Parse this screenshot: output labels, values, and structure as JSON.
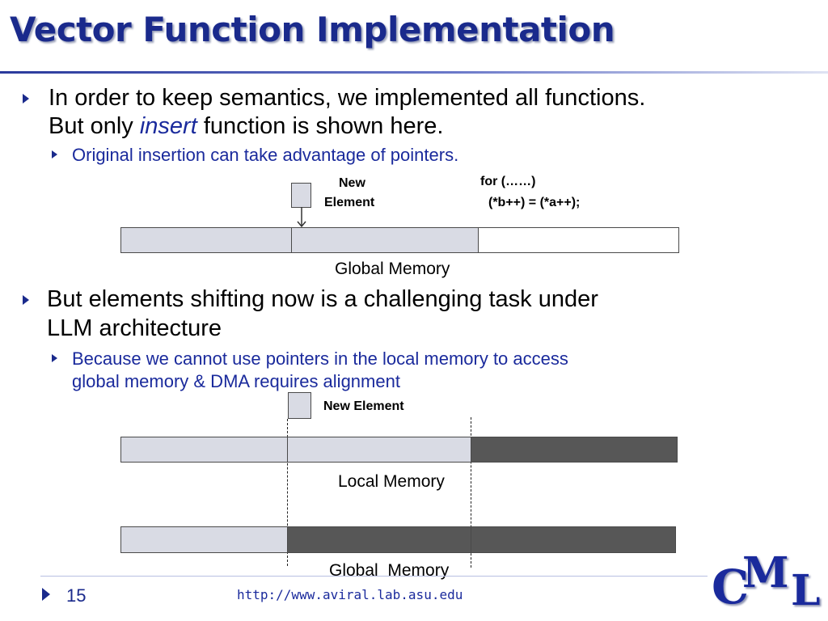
{
  "title": "Vector Function Implementation",
  "bullets": {
    "b1_line1": "In order to keep semantics, we implemented all functions.",
    "b1_line2_pre": "But only ",
    "b1_line2_em": "insert",
    "b1_line2_post": " function is shown here.",
    "b1_sub": "Original insertion can take advantage of pointers.",
    "b2_line1": "But elements shifting now is a challenging task under",
    "b2_line2": "LLM architecture",
    "b2_sub_line1": "Because we cannot use pointers in the local memory to access",
    "b2_sub_line2": "global memory & DMA requires alignment"
  },
  "diagram1": {
    "new_element_line1": "New",
    "new_element_line2": "Element",
    "code_line1": "for (……)",
    "code_line2": "(*b++) = (*a++);",
    "memory_label": "Global Memory"
  },
  "diagram2": {
    "new_element": "New Element",
    "local_label": "Local Memory",
    "global_label": "Global  Memory"
  },
  "footer": {
    "page_number": "15",
    "url": "http://www.aviral.lab.asu.edu",
    "logo_c": "C",
    "logo_m": "M",
    "logo_l": "L"
  },
  "colors": {
    "title": "#1a2a8c",
    "light_block": "#d9dbe4",
    "dark_block": "#575757"
  }
}
